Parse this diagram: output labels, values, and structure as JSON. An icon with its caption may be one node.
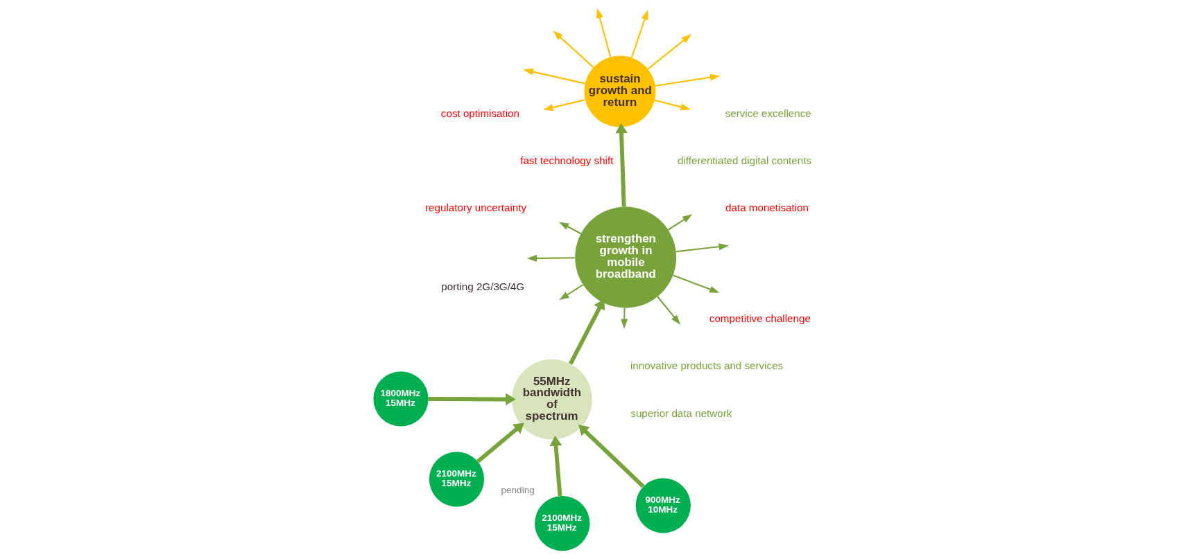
{
  "diagram": {
    "nodes": [
      {
        "text": [
          "1800MHz",
          "15MHz"
        ]
      },
      {
        "text": [
          "2100MHz",
          "15MHz"
        ]
      },
      {
        "text": [
          "55MHz bandwidth of spectrum"
        ]
      },
      {
        "text": [
          "900MHz",
          "10MHz"
        ]
      },
      {
        "text": [
          "2100MHz",
          "15MHz"
        ],
        "beside": [
          "pending"
        ]
      },
      {
        "text": [
          "strengthen growth in mobile broadband"
        ]
      },
      {
        "text": [
          "sustain growth and return"
        ]
      }
    ],
    "edges": [
      {
        "from": 0,
        "to": 2,
        "arrow": "to",
        "style": "thick"
      },
      {
        "from": 1,
        "to": 2,
        "arrow": "to",
        "style": "thick"
      },
      {
        "from": 3,
        "to": 2,
        "arrow": "to",
        "style": "thick"
      },
      {
        "from": 4,
        "to": 2,
        "arrow": "to",
        "style": "thick"
      },
      {
        "from": 2,
        "to": 5,
        "arrow": "to",
        "style": "thick"
      },
      {
        "from": 5,
        "to": null,
        "arrow": "to"
      },
      {
        "from": 5,
        "to": null,
        "arrow": "to"
      },
      {
        "from": 5,
        "to": null,
        "arrow": "to"
      },
      {
        "from": 5,
        "to": null,
        "arrow": "to"
      },
      {
        "from": 5,
        "to": null,
        "arrow": "to"
      },
      {
        "from": 5,
        "to": null,
        "arrow": "to"
      },
      {
        "from": 5,
        "to": null,
        "arrow": "to"
      },
      {
        "from": 5,
        "to": null,
        "arrow": "to"
      },
      {
        "from": 5,
        "to": 6,
        "arrow": "to",
        "style": "thick"
      },
      {
        "from": 6,
        "to": null,
        "arrow": "to",
        "color": "#ffc000"
      },
      {
        "from": 6,
        "to": null,
        "arrow": "to",
        "color": "#ffc000"
      },
      {
        "from": 6,
        "to": null,
        "arrow": "to",
        "color": "#ffc000"
      },
      {
        "from": 6,
        "to": null,
        "arrow": "to",
        "color": "#ffc000"
      },
      {
        "from": 6,
        "to": null,
        "arrow": "to",
        "color": "#ffc000"
      },
      {
        "from": 6,
        "to": null,
        "arrow": "to",
        "color": "#ffc000"
      },
      {
        "from": 6,
        "to": null,
        "arrow": "to",
        "color": "#ffc000"
      },
      {
        "from": 6,
        "to": null,
        "arrow": "to",
        "color": "#ffc000"
      }
    ],
    "labels": [
      "porting 2G/3G/4G",
      "fast technology shift",
      "superior data network",
      "competitive challenge",
      "data monetisation",
      "service excellence",
      "differentiated digital contents",
      "innovative products and services",
      "cost optimisation",
      "regulatory uncertainty"
    ]
  }
}
